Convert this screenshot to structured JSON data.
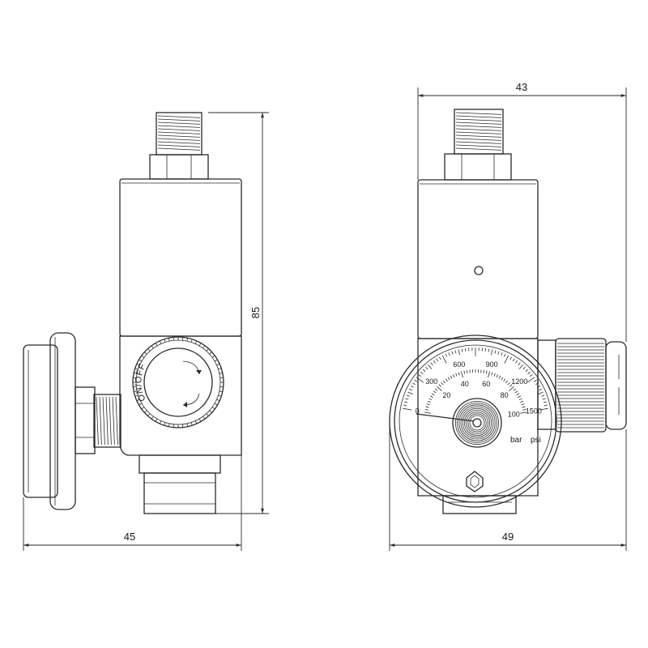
{
  "dimensions": {
    "width_left": "45",
    "height_left": "85",
    "width_right_top": "43",
    "width_right_bottom": "49"
  },
  "knob": {
    "label": "ON/OFF"
  },
  "gauge": {
    "psi_ticks": [
      "0",
      "300",
      "600",
      "900",
      "1200",
      "1500"
    ],
    "bar_ticks": [
      "20",
      "40",
      "60",
      "80",
      "100"
    ],
    "unit_bar": "bar",
    "unit_psi": "psi"
  }
}
